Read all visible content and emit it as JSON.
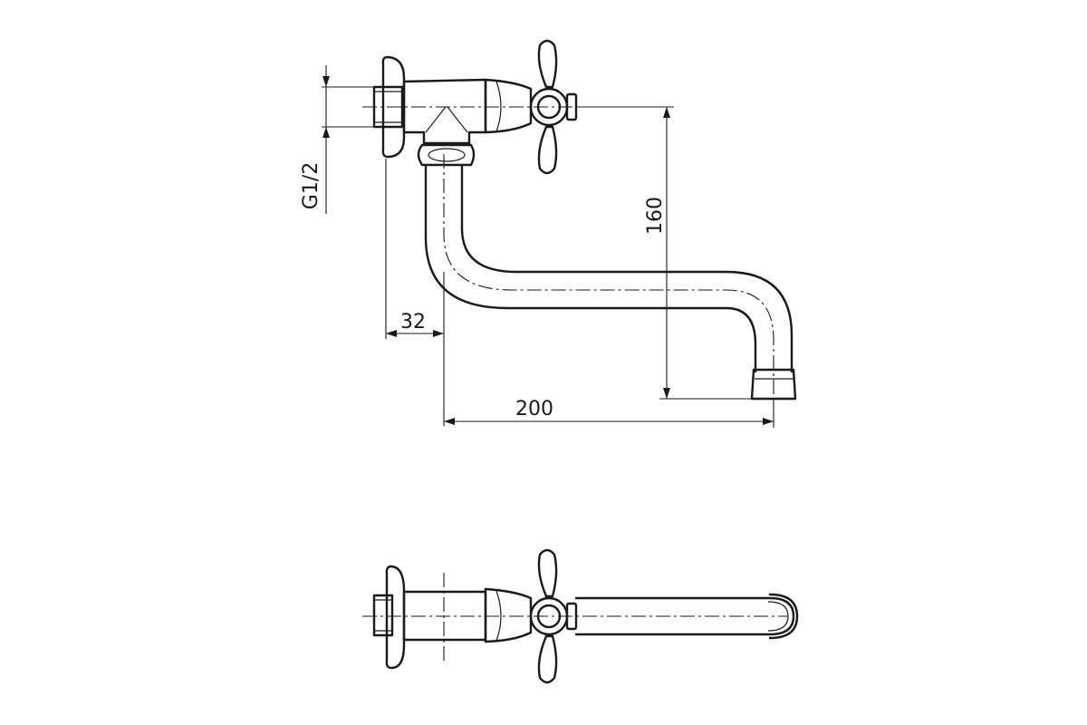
{
  "dimensions": {
    "thread": "G1/2",
    "outlet_offset": "32",
    "height": "160",
    "reach": "200"
  },
  "colors": {
    "line": "#1a1a1a",
    "background": "#ffffff"
  }
}
